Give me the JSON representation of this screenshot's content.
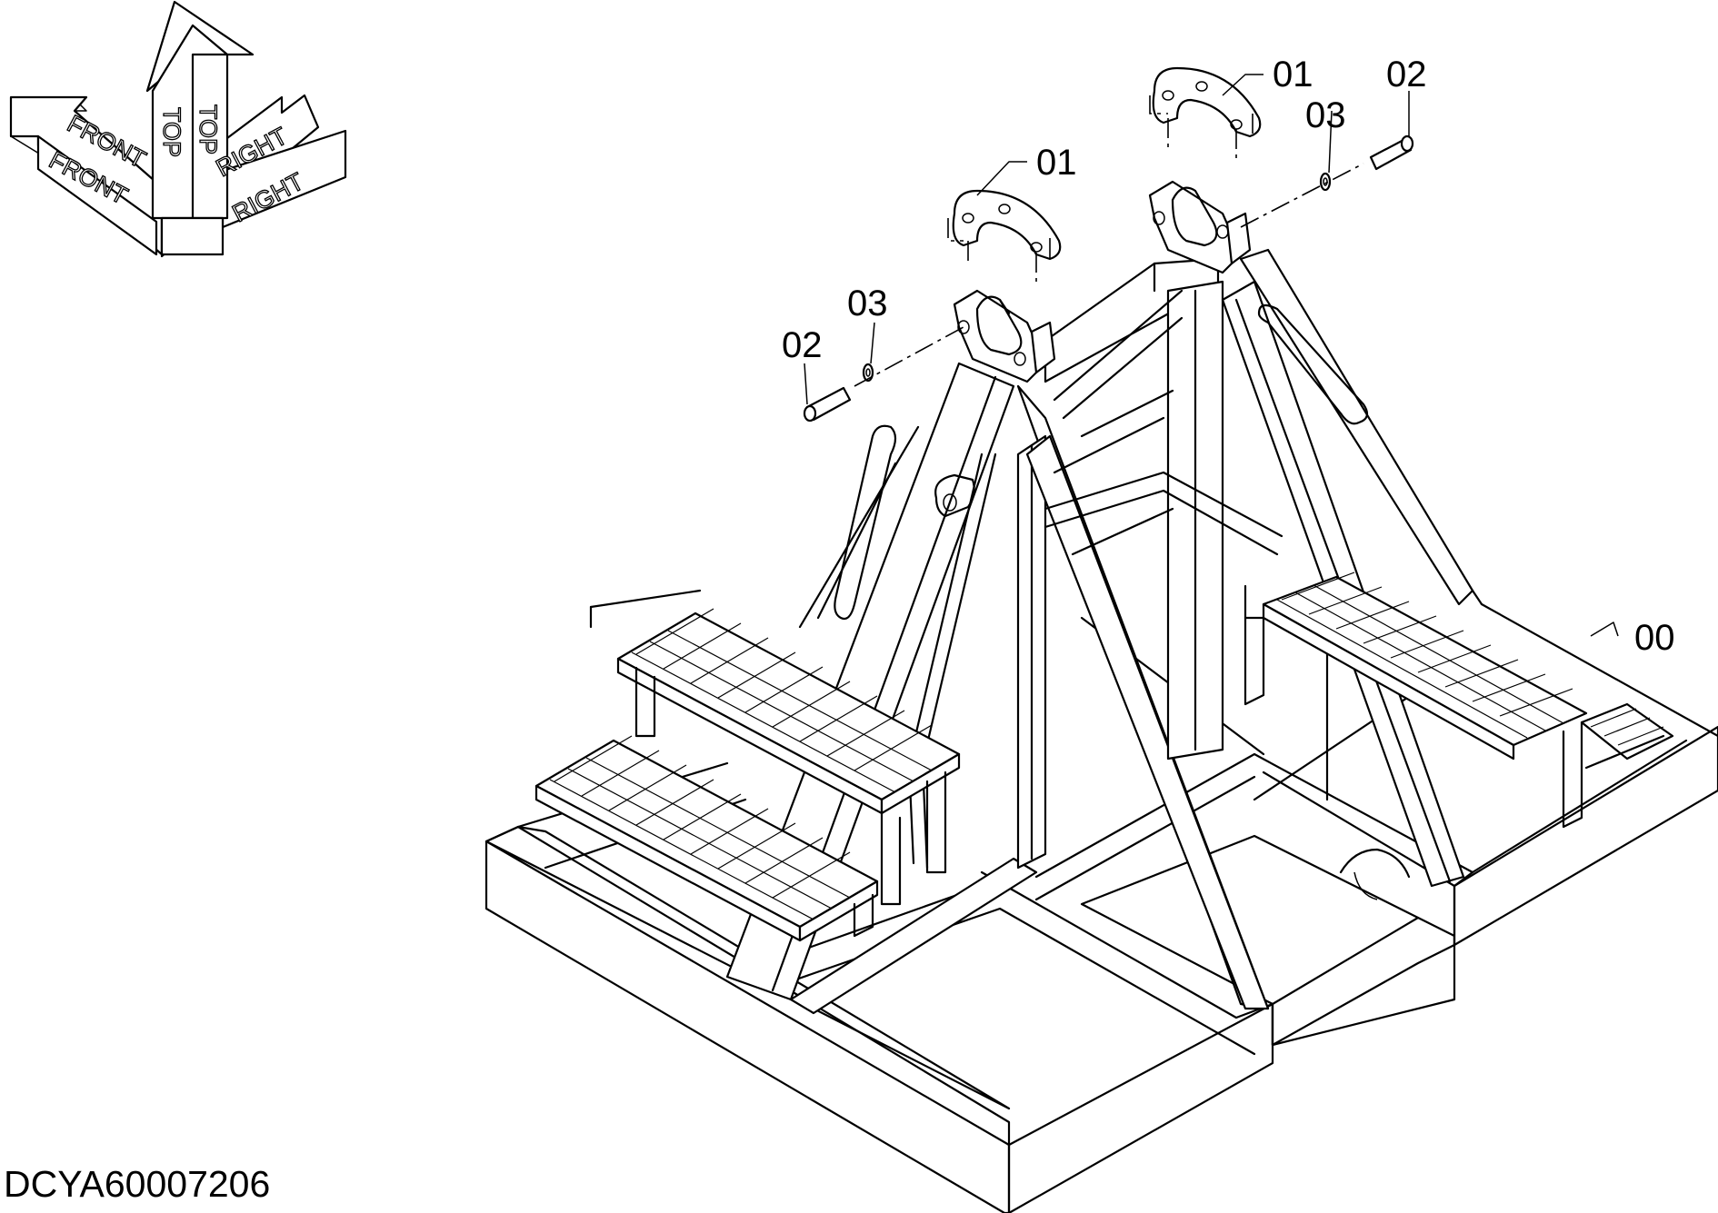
{
  "orientation": {
    "front": "FRONT",
    "top": "TOP",
    "right": "RIGHT"
  },
  "callouts": {
    "frame": "00",
    "plate_left": "01",
    "plate_right": "01",
    "pin_left": "02",
    "pin_right": "02",
    "washer_left": "03",
    "washer_right": "03"
  },
  "drawing_code": "DCYA60007206"
}
